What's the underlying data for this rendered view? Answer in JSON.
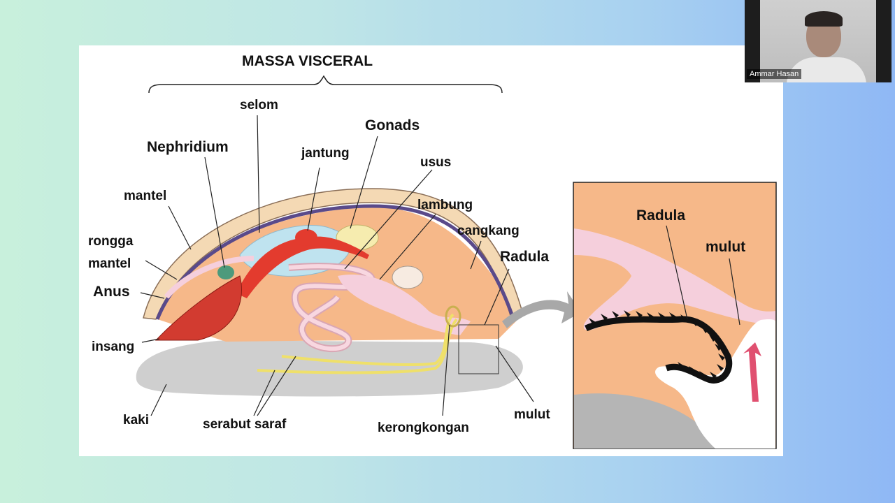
{
  "slide": {
    "title": "MASSA VISCERAL",
    "labels": {
      "selom": "selom",
      "gonads": "Gonads",
      "nephridium": "Nephridium",
      "jantung": "jantung",
      "usus": "usus",
      "mantel": "mantel",
      "lambung": "lambung",
      "cangkang": "cangkang",
      "rongga": "rongga",
      "mantel2": "mantel",
      "radula": "Radula",
      "anus": "Anus",
      "insang": "insang",
      "kaki": "kaki",
      "serabut_saraf": "serabut saraf",
      "kerongkongan": "kerongkongan",
      "mulut": "mulut"
    },
    "inset": {
      "radula": "Radula",
      "mulut": "mulut"
    }
  },
  "webcam": {
    "participant_name": "Ammar Hasan"
  }
}
